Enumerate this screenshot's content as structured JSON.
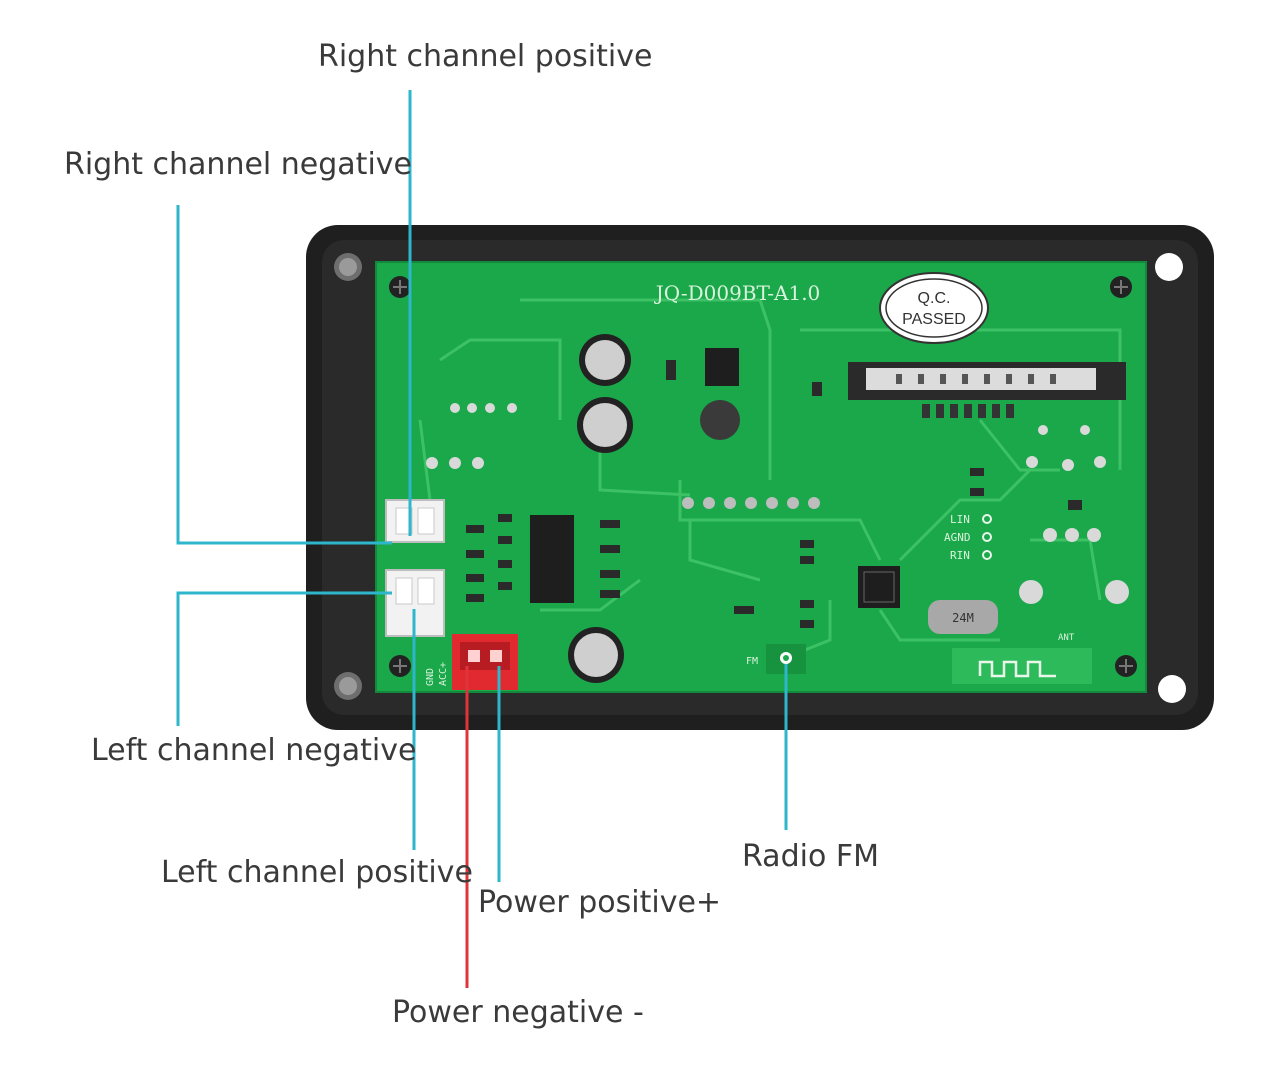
{
  "callouts": {
    "right_channel_positive": "Right channel positive",
    "right_channel_negative": "Right channel negative",
    "left_channel_negative": "Left channel negative",
    "left_channel_positive": "Left channel positive",
    "power_positive": "Power positive+",
    "power_negative": "Power negative -",
    "radio_fm": "Radio FM"
  },
  "board": {
    "model": "JQ-D009BT-A1.0",
    "qc_top": "Q.C.",
    "qc_bottom": "PASSED",
    "pin_lin": "LIN",
    "pin_agnd": "AGND",
    "pin_rin": "RIN",
    "crystal": "24M",
    "gnd_label": "GND",
    "acc_label": "ACC+",
    "fm_label": "FM",
    "ant_label": "ANT"
  },
  "colors": {
    "pcb": "#1aa84a",
    "frame": "#1f1f1f",
    "leader": "#2eb6cc",
    "power_leader": "#e0343a",
    "connector_red": "#e02a2f"
  }
}
